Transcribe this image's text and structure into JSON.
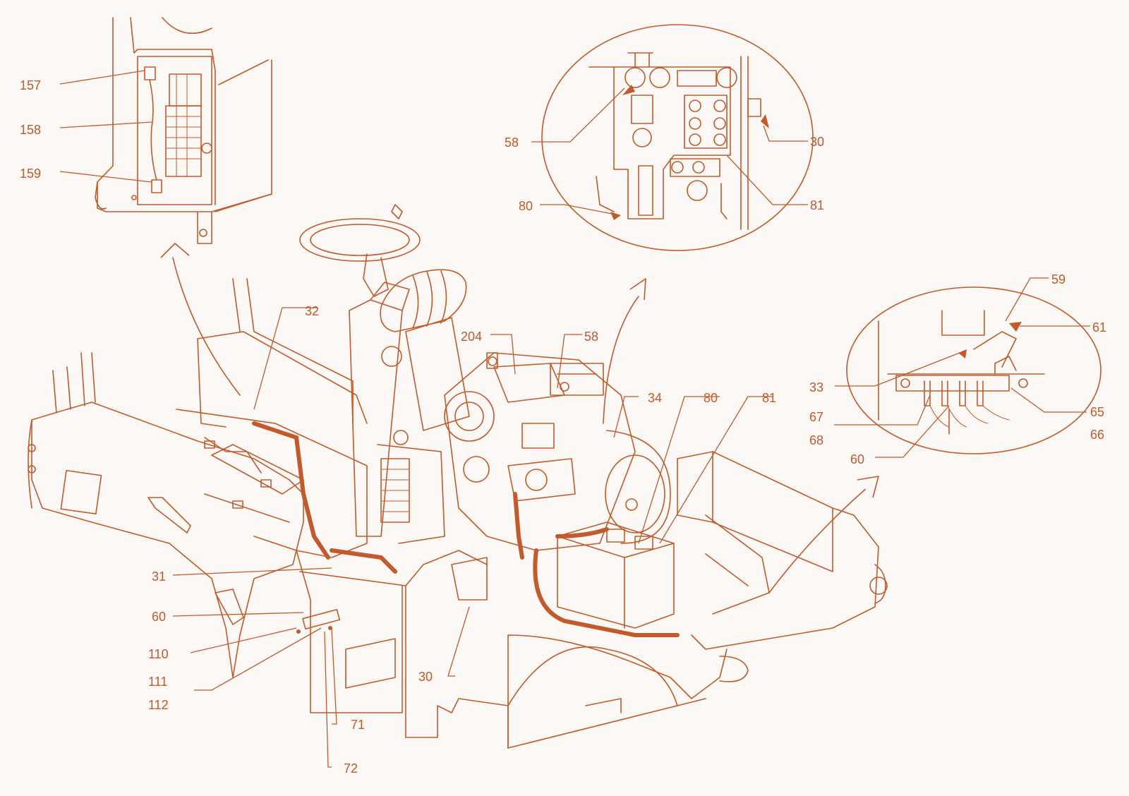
{
  "colors": {
    "line": "#c25a2c",
    "background": "#fbf8f5"
  },
  "callouts": [
    {
      "id": "c157",
      "label": "157"
    },
    {
      "id": "c158",
      "label": "158"
    },
    {
      "id": "c159",
      "label": "159"
    },
    {
      "id": "c58a",
      "label": "58"
    },
    {
      "id": "c80a",
      "label": "80"
    },
    {
      "id": "c30a",
      "label": "30"
    },
    {
      "id": "c81a",
      "label": "81"
    },
    {
      "id": "c32",
      "label": "32"
    },
    {
      "id": "c204",
      "label": "204"
    },
    {
      "id": "c58b",
      "label": "58"
    },
    {
      "id": "c34",
      "label": "34"
    },
    {
      "id": "c80b",
      "label": "80"
    },
    {
      "id": "c81b",
      "label": "81"
    },
    {
      "id": "c59",
      "label": "59"
    },
    {
      "id": "c61",
      "label": "61"
    },
    {
      "id": "c33",
      "label": "33"
    },
    {
      "id": "c67",
      "label": "67"
    },
    {
      "id": "c68",
      "label": "68"
    },
    {
      "id": "c60a",
      "label": "60"
    },
    {
      "id": "c65",
      "label": "65"
    },
    {
      "id": "c66",
      "label": "66"
    },
    {
      "id": "c31",
      "label": "31"
    },
    {
      "id": "c60b",
      "label": "60"
    },
    {
      "id": "c110",
      "label": "110"
    },
    {
      "id": "c111",
      "label": "111"
    },
    {
      "id": "c112",
      "label": "112"
    },
    {
      "id": "c30b",
      "label": "30"
    },
    {
      "id": "c71",
      "label": "71"
    },
    {
      "id": "c72",
      "label": "72"
    }
  ]
}
